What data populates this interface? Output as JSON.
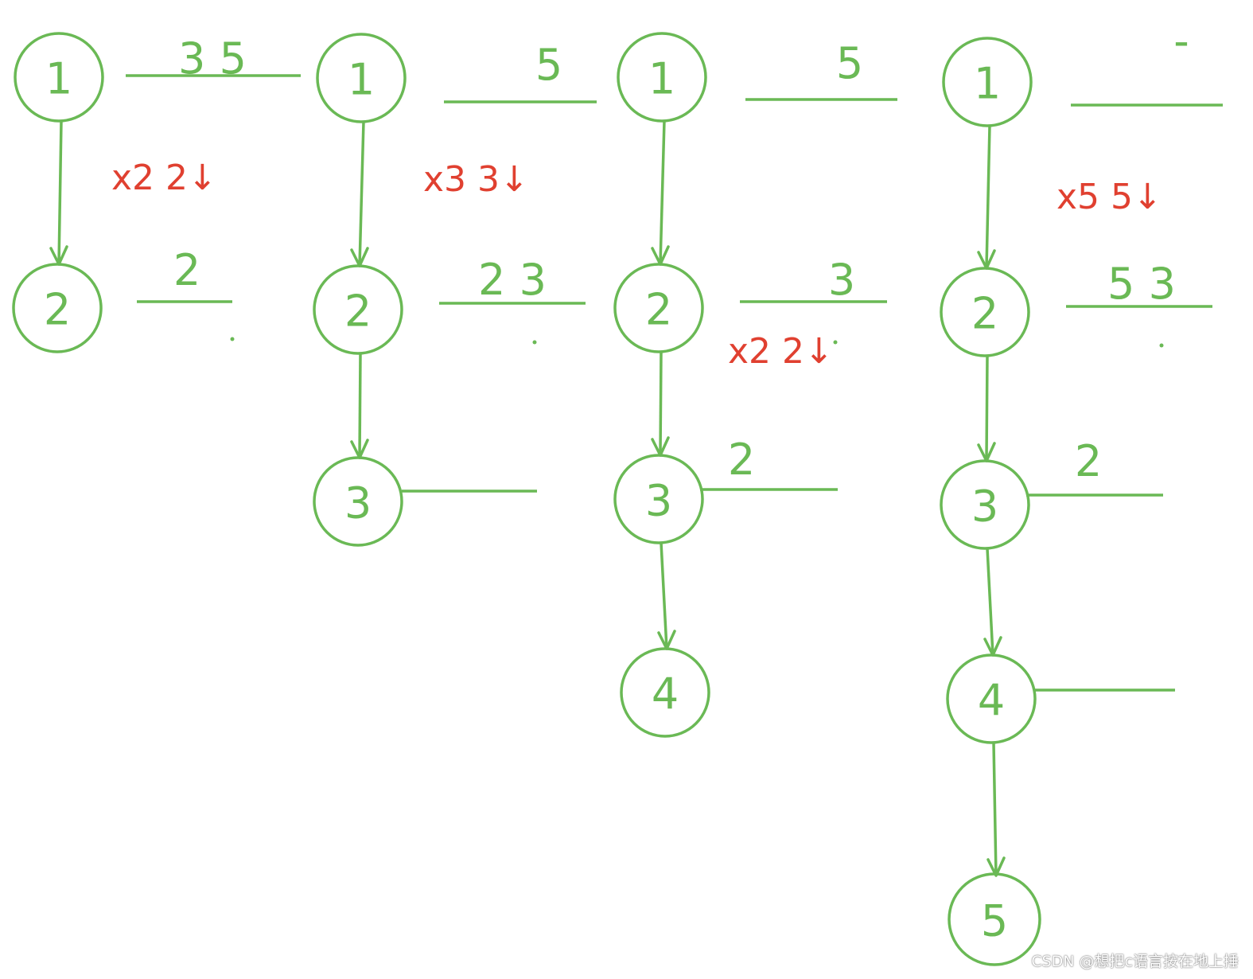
{
  "panels": [
    {
      "nodes": [
        "1",
        "2"
      ],
      "queues": [
        "3 5",
        "2"
      ],
      "notes": [
        "x2  2↓"
      ]
    },
    {
      "nodes": [
        "1",
        "2",
        "3"
      ],
      "queues": [
        "5",
        "2 3",
        ""
      ],
      "notes": [
        "x3  3↓"
      ]
    },
    {
      "nodes": [
        "1",
        "2",
        "3",
        "4"
      ],
      "queues": [
        "5",
        "3",
        "2",
        ""
      ],
      "notes": [
        "x2  2↓"
      ]
    },
    {
      "nodes": [
        "1",
        "2",
        "3",
        "4",
        "5"
      ],
      "queues": [
        "-",
        "5 3",
        "2",
        ""
      ],
      "notes": [
        "x5  5↓"
      ]
    }
  ],
  "watermark": "CSDN @想把c语言按在地上捶",
  "colors": {
    "green": "#6ab955",
    "red": "#e04030"
  }
}
